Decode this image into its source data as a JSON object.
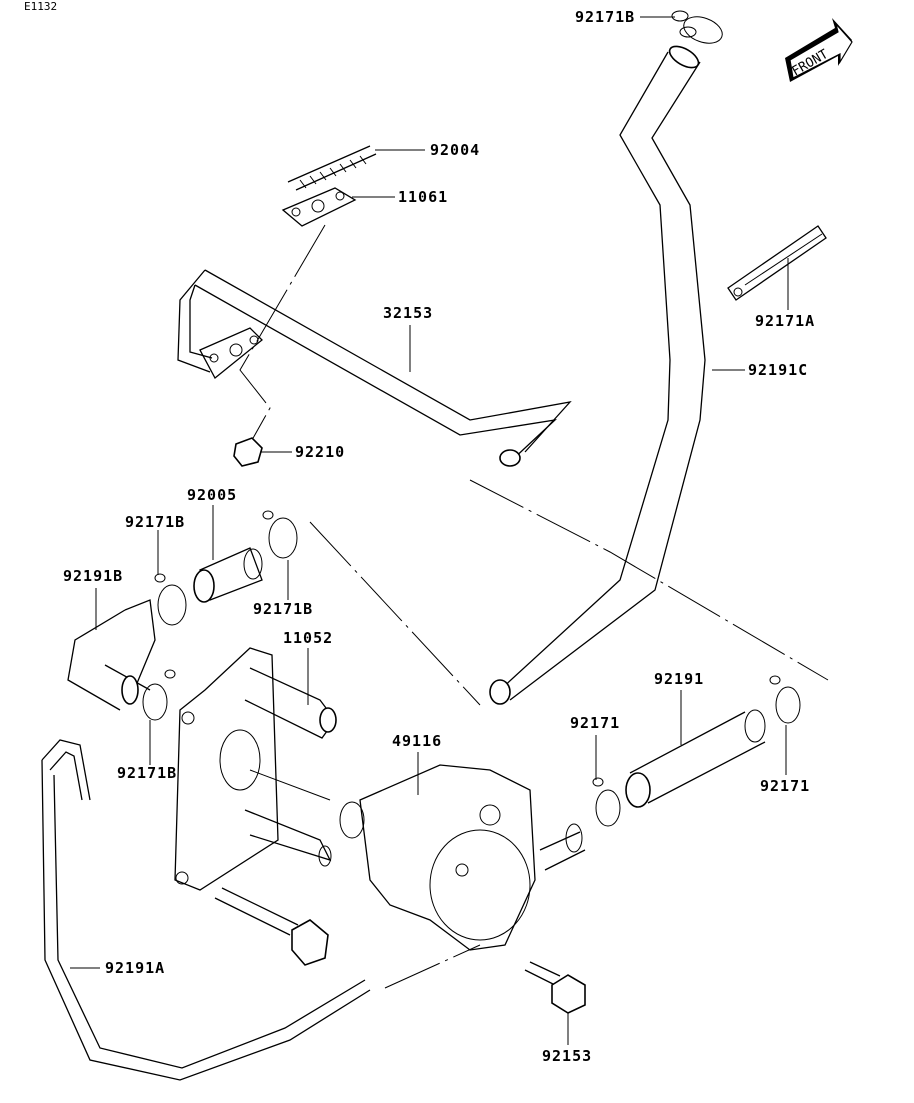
{
  "diagram": {
    "code": "E1132",
    "front_label": "FRONT",
    "parts": [
      {
        "id": "92171B_top",
        "label": "92171B"
      },
      {
        "id": "92004",
        "label": "92004"
      },
      {
        "id": "11061",
        "label": "11061"
      },
      {
        "id": "92171A",
        "label": "92171A"
      },
      {
        "id": "32153",
        "label": "32153"
      },
      {
        "id": "92191C",
        "label": "92191C"
      },
      {
        "id": "92210",
        "label": "92210"
      },
      {
        "id": "92005",
        "label": "92005"
      },
      {
        "id": "92171B_a",
        "label": "92171B"
      },
      {
        "id": "92171B_b",
        "label": "92171B"
      },
      {
        "id": "92191B",
        "label": "92191B"
      },
      {
        "id": "11052",
        "label": "11052"
      },
      {
        "id": "92171B_c",
        "label": "92171B"
      },
      {
        "id": "49116",
        "label": "49116"
      },
      {
        "id": "92191",
        "label": "92191"
      },
      {
        "id": "92171_a",
        "label": "92171"
      },
      {
        "id": "92171_b",
        "label": "92171"
      },
      {
        "id": "92191A",
        "label": "92191A"
      },
      {
        "id": "92153",
        "label": "92153"
      }
    ]
  }
}
